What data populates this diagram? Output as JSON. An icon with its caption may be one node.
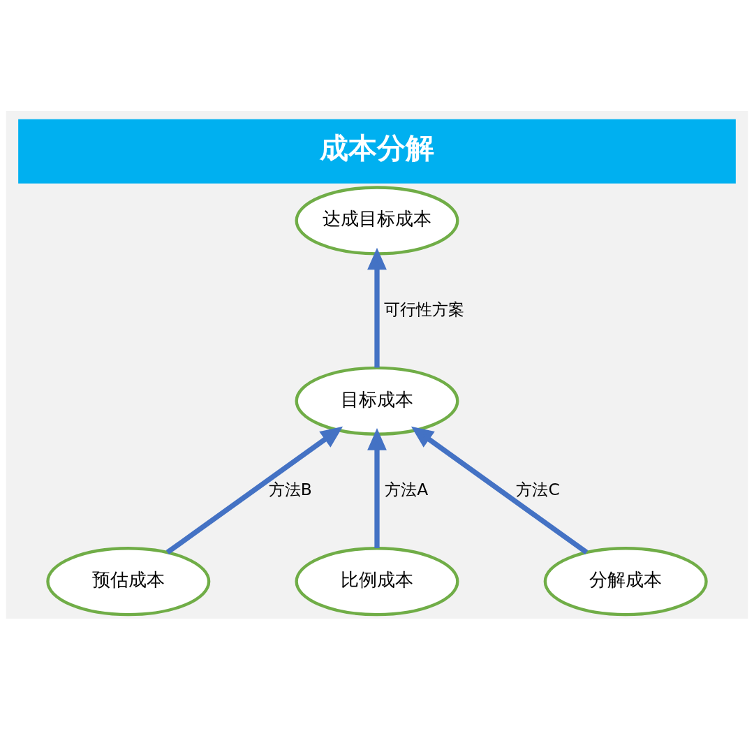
{
  "diagram": {
    "title": "成本分解",
    "nodes": [
      {
        "text": [
          "达成目标成本"
        ]
      },
      {
        "text": [
          "目标成本"
        ]
      },
      {
        "text": [
          "预估成本"
        ]
      },
      {
        "text": [
          "比例成本"
        ]
      },
      {
        "text": [
          "分解成本"
        ]
      }
    ],
    "edges": [
      {
        "from": 1,
        "to": 0,
        "arrow": "to",
        "label": "可行性方案"
      },
      {
        "from": 2,
        "to": 1,
        "arrow": "to",
        "label": "方法B"
      },
      {
        "from": 4,
        "to": 1,
        "arrow": "to",
        "label": "方法C"
      },
      {
        "from": 3,
        "to": 1,
        "arrow": "to",
        "label": "方法A"
      }
    ]
  }
}
